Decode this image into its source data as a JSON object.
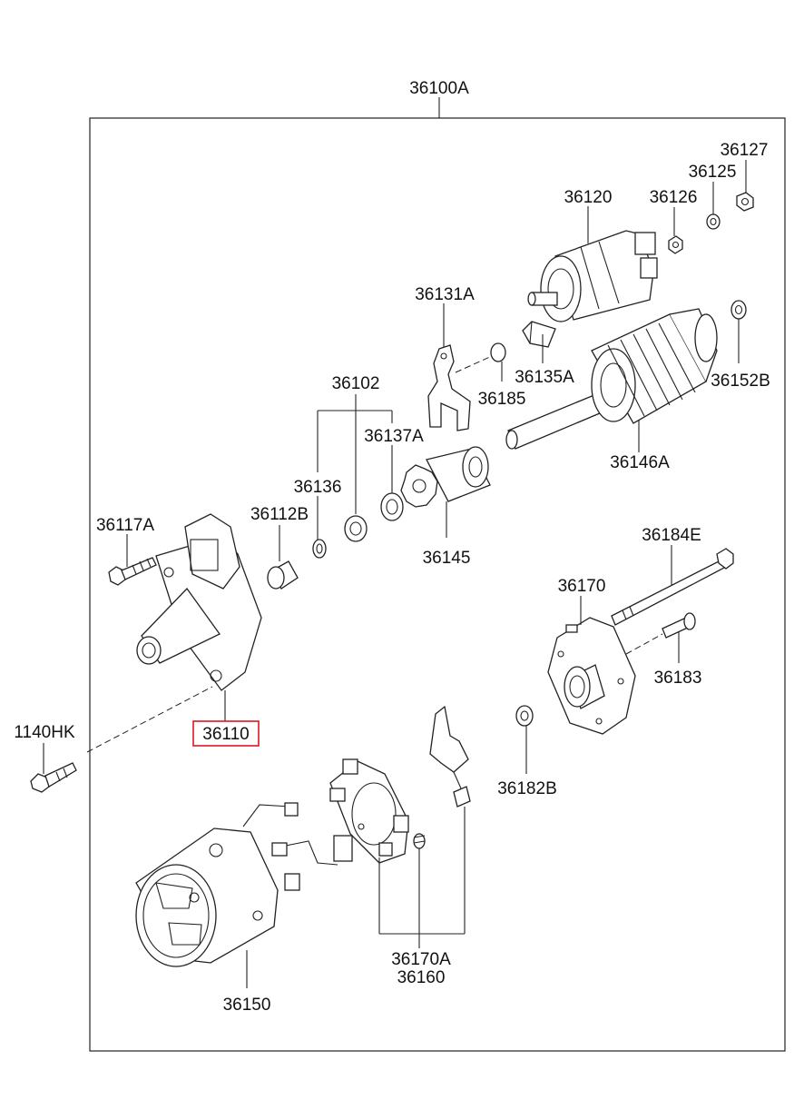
{
  "diagram": {
    "assembly_label": "36100A",
    "highlight_color": "#e0161e",
    "labels": {
      "p36127": "36127",
      "p36125": "36125",
      "p36120": "36120",
      "p36126": "36126",
      "p36131A": "36131A",
      "p36135A": "36135A",
      "p36185": "36185",
      "p36152B": "36152B",
      "p36102": "36102",
      "p36137A": "36137A",
      "p36146A": "36146A",
      "p36136": "36136",
      "p36117A": "36117A",
      "p36112B": "36112B",
      "p36145": "36145",
      "p36184E": "36184E",
      "p36170": "36170",
      "p36183": "36183",
      "p1140HK": "1140HK",
      "p36110": "36110",
      "p36182B": "36182B",
      "p36170A": "36170A",
      "p36160": "36160",
      "p36150": "36150"
    }
  }
}
